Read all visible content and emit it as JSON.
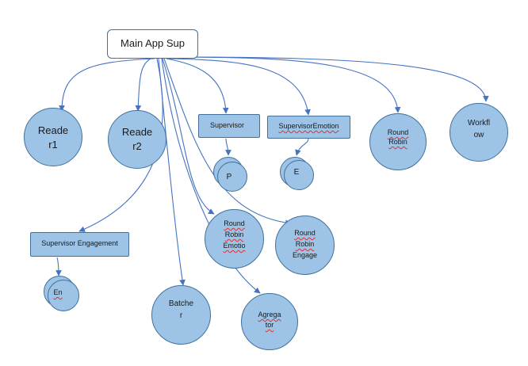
{
  "root": {
    "label": "Main App Sup"
  },
  "nodes": {
    "reader1": {
      "line1": "Reade",
      "line2": "r1"
    },
    "reader2": {
      "line1": "Reade",
      "line2": "r2"
    },
    "supervisor": {
      "label": "Supervisor",
      "child": "P"
    },
    "supervisor_emotion": {
      "label": "SupervisorEmotion",
      "child": "E"
    },
    "round_robin": {
      "line1": "Round",
      "line2": "Robin"
    },
    "workflow": {
      "line1": "Workfl",
      "line2": "ow"
    },
    "supervisor_engagement": {
      "label": "Supervisor Engagement",
      "child": "En"
    },
    "round_robin_emotion": {
      "line1": "Round",
      "line2": "Robin",
      "line3": "Emotio"
    },
    "round_robin_engage": {
      "line1": "Round",
      "line2": "Robin",
      "line3": "Engage"
    },
    "batcher": {
      "line1": "Batche",
      "line2": "r"
    },
    "agregator": {
      "line1": "Agrega",
      "line2": "tor"
    }
  },
  "colors": {
    "fill": "#9dc3e6",
    "stroke": "#41719c",
    "connector": "#4472c4"
  }
}
